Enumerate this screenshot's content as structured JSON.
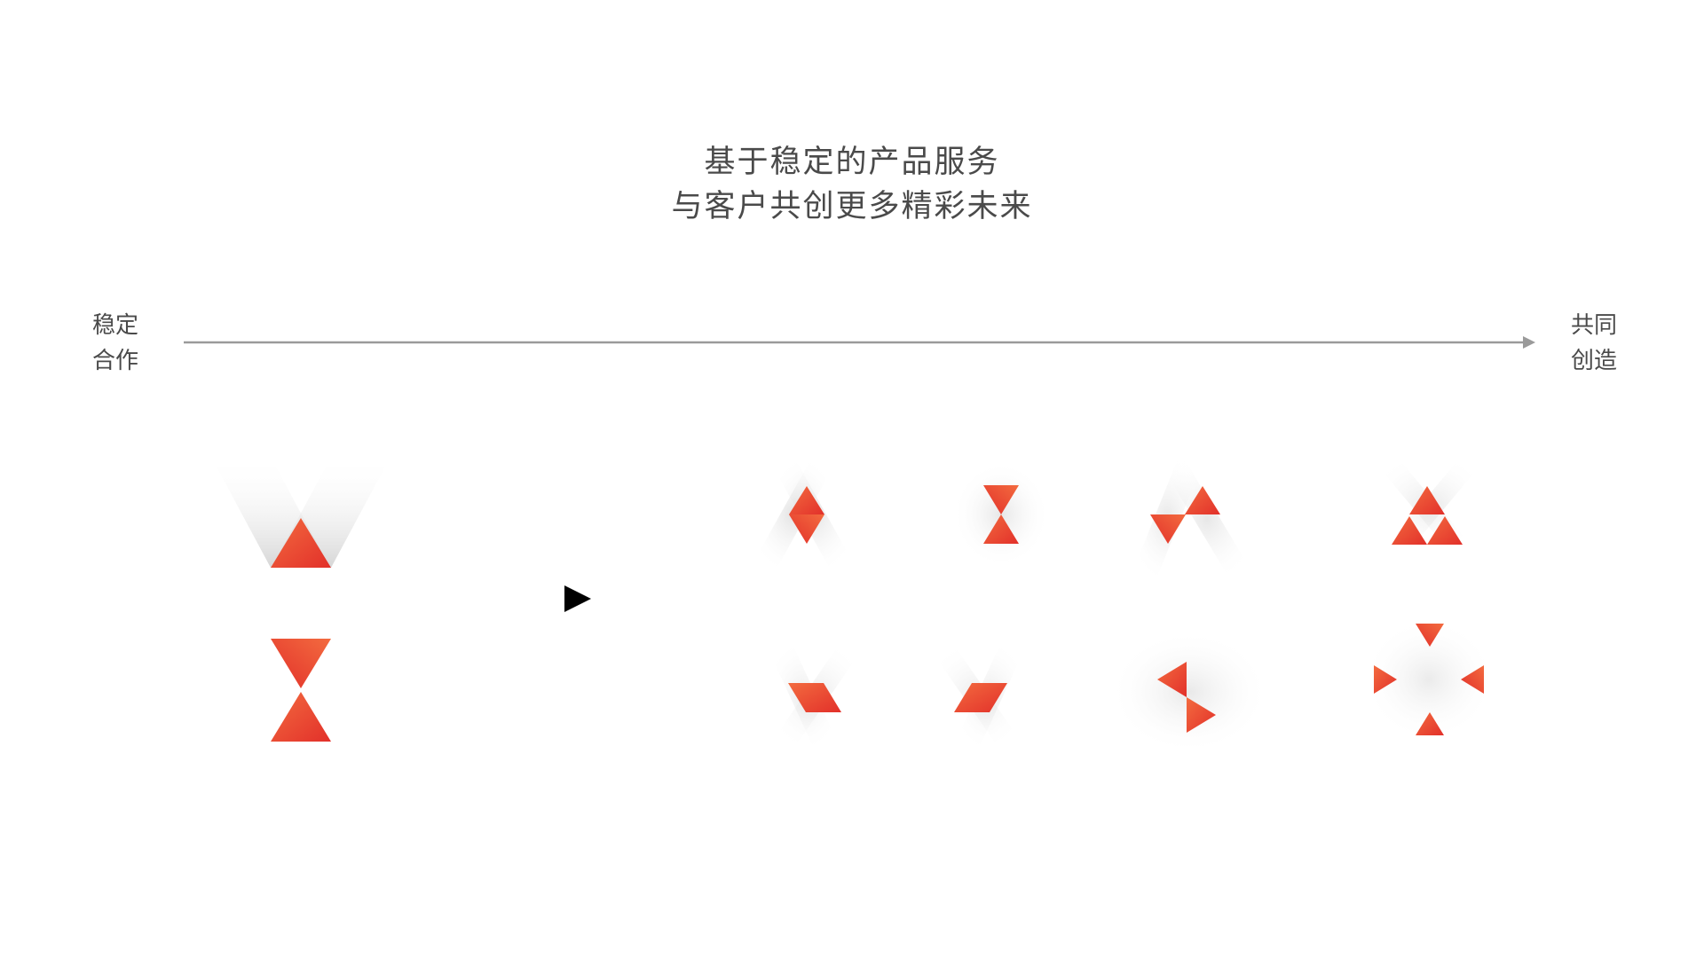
{
  "headline": {
    "line1": "基于稳定的产品服务",
    "line2": "与客户共创更多精彩未来"
  },
  "timeline": {
    "start_label_line1": "稳定",
    "start_label_line2": "合作",
    "end_label_line1": "共同",
    "end_label_line2": "创造"
  },
  "colors": {
    "brand_red_dark": "#e4352a",
    "brand_red_light": "#f26a3d",
    "text": "#4a4a4a",
    "arrow_line": "#9a9a9a",
    "play_marker": "#000000"
  },
  "icons": [
    "base-triangle-mark",
    "hourglass-mark",
    "play-marker-icon",
    "triangle-variant-marks"
  ]
}
